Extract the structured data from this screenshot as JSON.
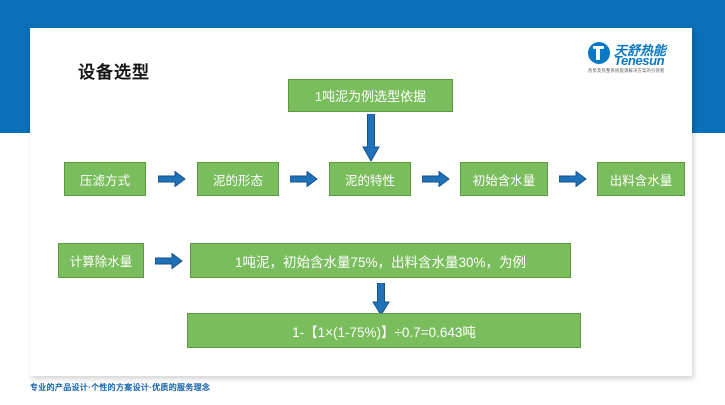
{
  "slide": {
    "title": "设备选型",
    "footer": "专业的产品设计·个性的方案设计·优质的服务理念",
    "colors": {
      "brand_blue": "#0a6eb8",
      "logo_blue": "#0a78c4",
      "box_green": "#79bd5c",
      "box_green_border": "#5e9943",
      "arrow_blue": "#2072b8",
      "arrow_blue_dark": "#17528c",
      "title_black": "#161616",
      "footer_blue": "#1060a8"
    }
  },
  "logo": {
    "icon": "tenesun-circle-logo-icon",
    "name_cn": "天舒热能",
    "name_en": "Tenesun",
    "tagline": "热泵及热整系统能源解决方案的引领者"
  },
  "flow": {
    "top_note": "1吨泥为例选型依据",
    "steps": [
      {
        "label": "压滤方式"
      },
      {
        "label": "泥的形态"
      },
      {
        "label": "泥的特性"
      },
      {
        "label": "初始含水量"
      },
      {
        "label": "出料含水量"
      }
    ],
    "arrow_down_1": "down-arrow-icon",
    "arrow_right": "right-arrow-icon"
  },
  "calc": {
    "label": "计算除水量",
    "example": "1吨泥，初始含水量75%，出料含水量30%，为例",
    "arrow_right": "right-arrow-icon",
    "arrow_down": "down-arrow-icon",
    "result": "1-【1×(1-75%)】÷0.7=0.643吨"
  }
}
